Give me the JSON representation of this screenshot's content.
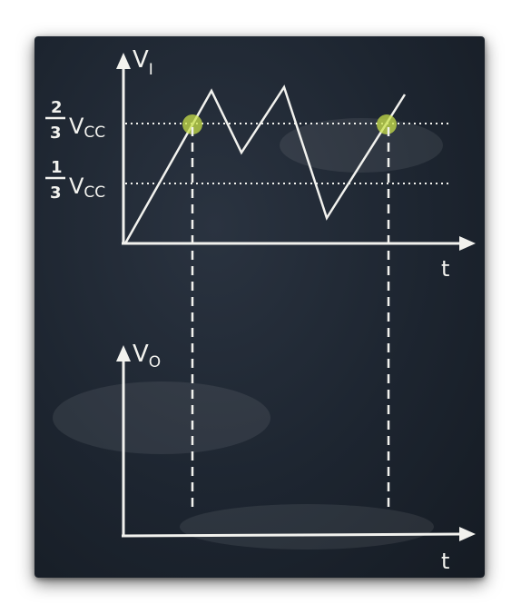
{
  "top_graph": {
    "y_axis_label_main": "V",
    "y_axis_label_sub": "I",
    "x_axis_label": "t",
    "level_high": {
      "numerator": "2",
      "denominator": "3",
      "symbol_main": "V",
      "symbol_sub": "CC"
    },
    "level_low": {
      "numerator": "1",
      "denominator": "3",
      "symbol_main": "V",
      "symbol_sub": "CC"
    }
  },
  "bottom_graph": {
    "y_axis_label_main": "V",
    "y_axis_label_sub": "O",
    "x_axis_label": "t"
  },
  "colors": {
    "board": "#1d2530",
    "chalk": "#f2f2ee",
    "marker": "#c8e04a"
  }
}
